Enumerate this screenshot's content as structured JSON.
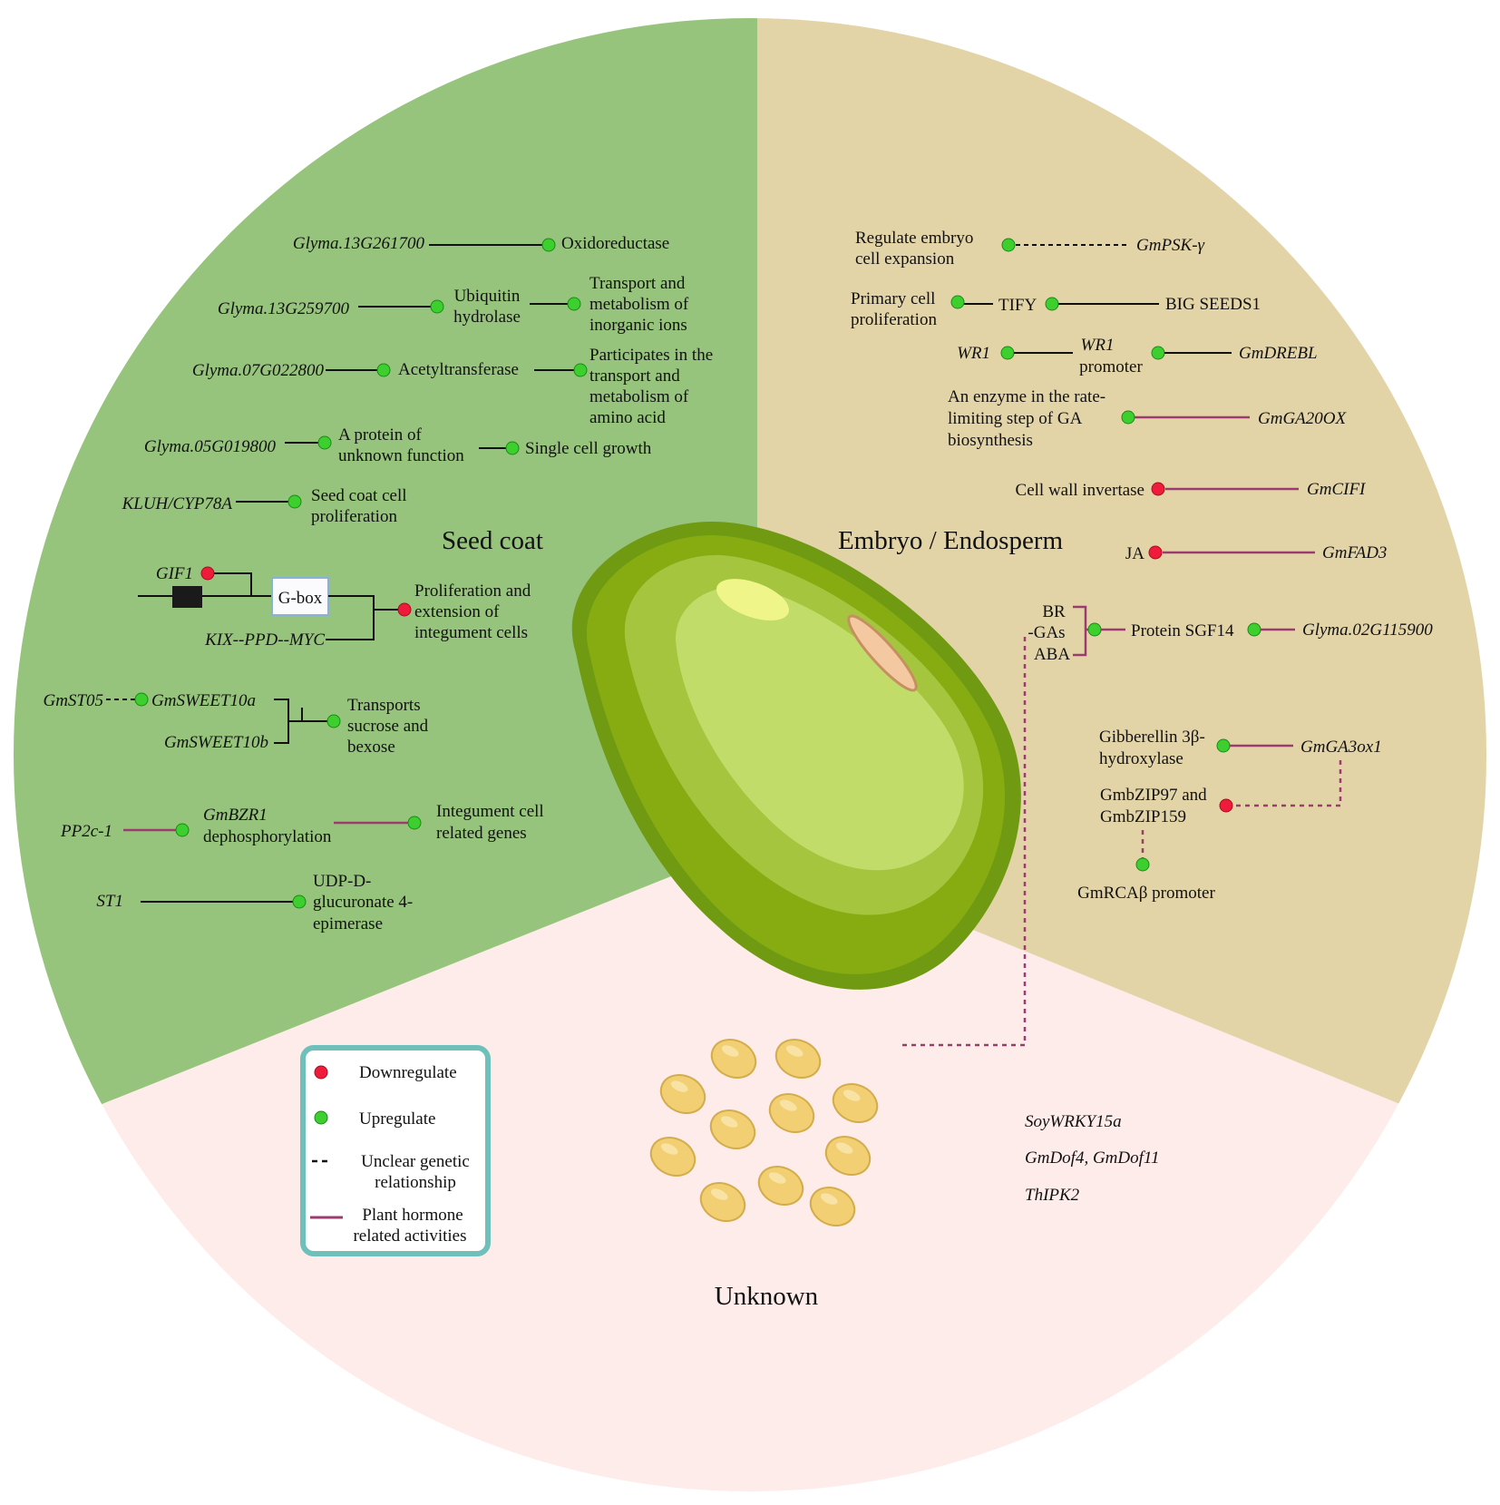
{
  "colors": {
    "seed_coat": "#97c47c",
    "embryo": "#e3d4a8",
    "unknown": "#fdecea",
    "up": "#3ccf2e",
    "down": "#ee1c3a",
    "hormone": "#9c3b6e",
    "legend_border": "#6fbfba"
  },
  "sections": {
    "seed_coat": "Seed coat",
    "embryo": "Embryo / Endosperm",
    "unknown": "Unknown"
  },
  "seed_coat": {
    "glyma13g261700": "Glyma.13G261700",
    "oxidoreductase": "Oxidoreductase",
    "glyma13g259700": "Glyma.13G259700",
    "ubiquitin": [
      "Ubiquitin",
      "hydrolase"
    ],
    "transport_ions": [
      "Transport and",
      "metabolism of",
      "inorganic ions"
    ],
    "glyma07g022800": "Glyma.07G022800",
    "acetyltransferase": "Acetyltransferase",
    "amino_acid": [
      "Participates in the",
      "transport and",
      "metabolism of",
      "amino acid"
    ],
    "glyma05g019800": "Glyma.05G019800",
    "unknown_protein": [
      "A protein of",
      "unknown function"
    ],
    "single_cell": "Single cell growth",
    "kluh": "KLUH/CYP78A",
    "seed_coat_prolif": [
      "Seed coat cell",
      "proliferation"
    ],
    "gif1": "GIF1",
    "gbox": "G-box",
    "kix": "KIX--PPD--MYC",
    "integument_prolif": [
      "Proliferation and",
      "extension of",
      "integument cells"
    ],
    "gmst05": "GmST05",
    "sweet10a": "GmSWEET10a",
    "sweet10b": "GmSWEET10b",
    "sucrose": [
      "Transports",
      "sucrose and",
      "bexose"
    ],
    "pp2c": "PP2c-1",
    "gmbzr1": "GmBZR1",
    "dephos": "dephosphorylation",
    "integument_genes": [
      "Integument cell",
      "related genes"
    ],
    "st1": "ST1",
    "udp": [
      "UDP-D-",
      "glucuronate 4-",
      "epimerase"
    ]
  },
  "embryo": {
    "regulate": [
      "Regulate embryo",
      "cell expansion"
    ],
    "gmpsk": "GmPSK-γ",
    "primary": [
      "Primary cell",
      "proliferation"
    ],
    "tify": "TIFY",
    "big_seeds": "BIG SEEDS1",
    "wr1": "WR1",
    "wr1_prom": [
      "WR1",
      "promoter"
    ],
    "gmdrebl": "GmDREBL",
    "enzyme": [
      "An enzyme in the rate-",
      "limiting step of GA",
      "biosynthesis"
    ],
    "gmga20ox": "GmGA20OX",
    "cwi": "Cell wall invertase",
    "gmcifi": "GmCIFI",
    "ja": "JA",
    "gmfad3": "GmFAD3",
    "hormones": [
      "BR",
      "-GAs",
      "ABA"
    ],
    "sgf14": "Protein SGF14",
    "glyma02g": "Glyma.02G115900",
    "gibberellin": [
      "Gibberellin 3β-",
      "hydroxylase"
    ],
    "gmga3ox1": "GmGA3ox1",
    "bzip": [
      "GmbZIP97 and",
      "GmbZIP159"
    ],
    "rcab": "GmRCAβ promoter"
  },
  "unknown": {
    "genes": [
      "SoyWRKY15a",
      "GmDof4, GmDof11",
      "ThIPK2"
    ]
  },
  "legend": {
    "down": "Downregulate",
    "up": "Upregulate",
    "unclear": [
      "Unclear genetic",
      "relationship"
    ],
    "hormone": [
      "Plant hormone",
      "related  activities"
    ]
  }
}
